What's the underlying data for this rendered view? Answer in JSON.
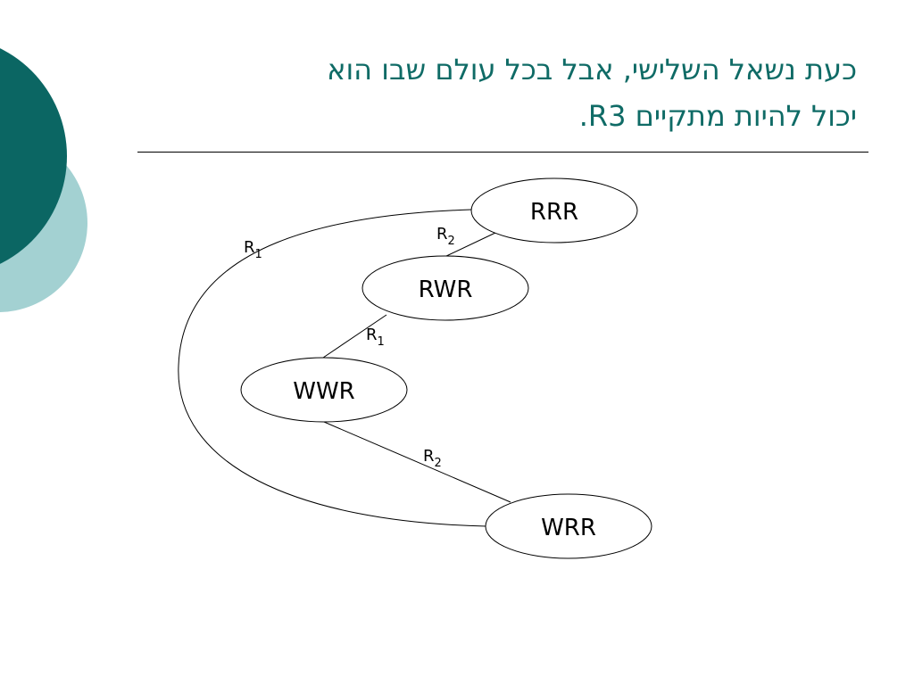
{
  "slide": {
    "title_lines": [
      "כעת נשאל השלישי, אבל בכל עולם שבו הוא",
      "יכול להיות מתקיים R3."
    ],
    "colors": {
      "title": "#0f6b66",
      "circle_dark": "#0b6663",
      "circle_light": "#a3d1d2"
    }
  },
  "diagram": {
    "nodes": [
      {
        "id": "RRR",
        "label": "RRR"
      },
      {
        "id": "RWR",
        "label": "RWR"
      },
      {
        "id": "WWR",
        "label": "WWR"
      },
      {
        "id": "WRR",
        "label": "WRR"
      }
    ],
    "edges": [
      {
        "from": "RWR",
        "to": "RRR",
        "relation": "R",
        "index": "2"
      },
      {
        "from": "WWR",
        "to": "RWR",
        "relation": "R",
        "index": "1"
      },
      {
        "from": "WWR",
        "to": "WRR",
        "relation": "R",
        "index": "2"
      },
      {
        "from": "RRR",
        "to": "WRR",
        "relation": "R",
        "index": "1"
      }
    ]
  }
}
